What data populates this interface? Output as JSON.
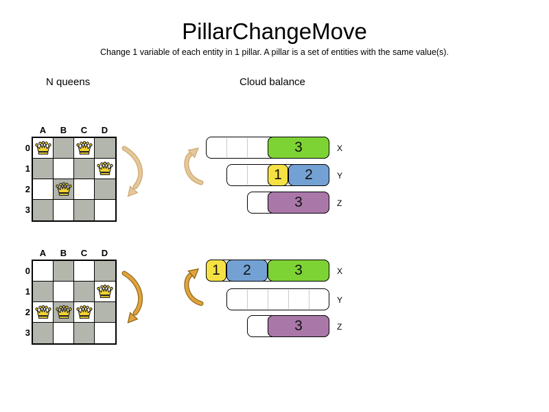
{
  "title": "PillarChangeMove",
  "subtitle": "Change 1 variable of each entity in 1 pillar. A pillar is a set of entities with the same value(s).",
  "sections": {
    "left": "N queens",
    "right": "Cloud balance"
  },
  "colors": {
    "cell_gray": "#b3b6ad",
    "green": "#7ed334",
    "yellow": "#f6e145",
    "blue": "#74a1d4",
    "purple": "#a978a9",
    "queen_gold": "#f2d331",
    "arrow_tan": "#e4c79a",
    "arrow_tan_edge": "#cda76f",
    "arrow_orange": "#e2a33d",
    "arrow_orange_edge": "#8f6b1c"
  },
  "boards": [
    {
      "name": "before",
      "columns": [
        "A",
        "B",
        "C",
        "D"
      ],
      "rows": [
        "0",
        "1",
        "2",
        "3"
      ],
      "queens": [
        {
          "col": "A",
          "row": "0"
        },
        {
          "col": "C",
          "row": "0"
        },
        {
          "col": "D",
          "row": "1"
        },
        {
          "col": "B",
          "row": "2"
        }
      ]
    },
    {
      "name": "after",
      "columns": [
        "A",
        "B",
        "C",
        "D"
      ],
      "rows": [
        "0",
        "1",
        "2",
        "3"
      ],
      "queens": [
        {
          "col": "D",
          "row": "1"
        },
        {
          "col": "A",
          "row": "2"
        },
        {
          "col": "B",
          "row": "2"
        },
        {
          "col": "C",
          "row": "2"
        }
      ]
    }
  ],
  "bar_groups": [
    {
      "name": "before",
      "bars": [
        {
          "label": "X",
          "cells": 6,
          "blocks": [
            {
              "value": "3",
              "color": "green",
              "start": 3,
              "span": 3
            }
          ]
        },
        {
          "label": "Y",
          "cells": 5,
          "blocks": [
            {
              "value": "1",
              "color": "yellow",
              "start": 2,
              "span": 1
            },
            {
              "value": "2",
              "color": "blue",
              "start": 3,
              "span": 2
            }
          ]
        },
        {
          "label": "Z",
          "cells": 4,
          "blocks": [
            {
              "value": "3",
              "color": "purple",
              "start": 1,
              "span": 3
            }
          ]
        }
      ]
    },
    {
      "name": "after",
      "bars": [
        {
          "label": "X",
          "cells": 6,
          "blocks": [
            {
              "value": "1",
              "color": "yellow",
              "start": 0,
              "span": 1
            },
            {
              "value": "2",
              "color": "blue",
              "start": 1,
              "span": 2
            },
            {
              "value": "3",
              "color": "green",
              "start": 3,
              "span": 3
            }
          ]
        },
        {
          "label": "Y",
          "cells": 5,
          "blocks": []
        },
        {
          "label": "Z",
          "cells": 4,
          "blocks": [
            {
              "value": "3",
              "color": "purple",
              "start": 1,
              "span": 3
            }
          ]
        }
      ]
    }
  ]
}
